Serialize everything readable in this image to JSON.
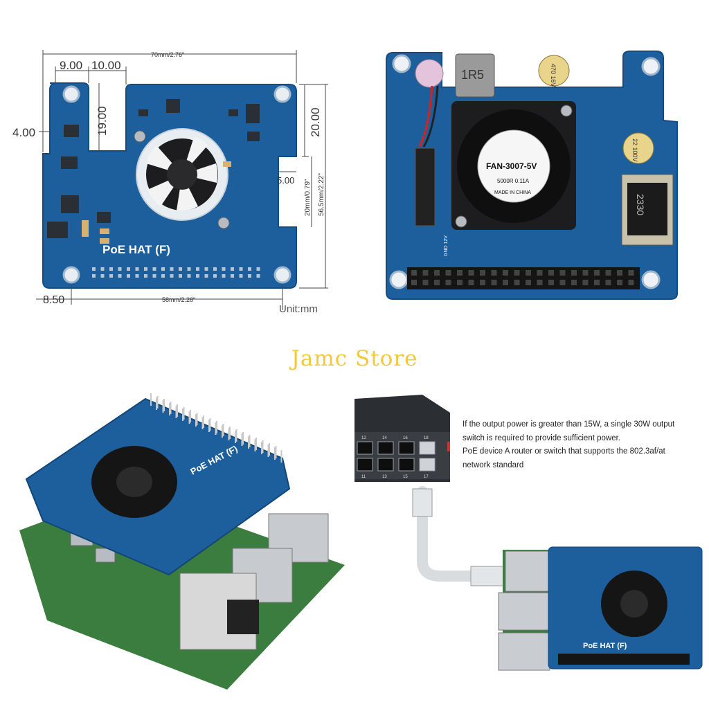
{
  "dimensions": {
    "width_total": "70mm/2.76\"",
    "hole_spacing": "58mm/2.28\"",
    "height_total": "56.5mm/2.22\"",
    "notch_height": "20mm/0.79\"",
    "top_left_a": "9.00",
    "top_left_b": "10.00",
    "left_notch_depth": "19.00",
    "left_offset": "4.00",
    "right_notch_top": "20.00",
    "right_notch_depth": "5.00",
    "bottom_left": "8.50",
    "unit": "Unit:mm"
  },
  "board_label": "PoE HAT (F)",
  "fan": {
    "model": "FAN-3007-5V",
    "spec": "5000R  0.11A",
    "origin": "MADE IN CHINA"
  },
  "components": {
    "inductor": "1R5",
    "cap_left": "470 16V",
    "cap_right": "22 100V",
    "transformer": "2330",
    "header_label": "GND 12V"
  },
  "brand": "Jamc Store",
  "switch_ports": {
    "top": [
      "12",
      "14",
      "16",
      "18"
    ],
    "bottom": [
      "11",
      "13",
      "15",
      "17"
    ]
  },
  "network_note": {
    "line1": "If the output power is greater than 15W, a single 30W output",
    "line2": "switch is required to provide sufficient power.",
    "line3": "PoE device A router or switch that supports the 802.3af/at",
    "line4": "network standard"
  },
  "colors": {
    "pcb": "#1c5f9c",
    "pcb_dark": "#12467a",
    "fan": "#1d1d1f",
    "brand": "#f3c93a"
  }
}
